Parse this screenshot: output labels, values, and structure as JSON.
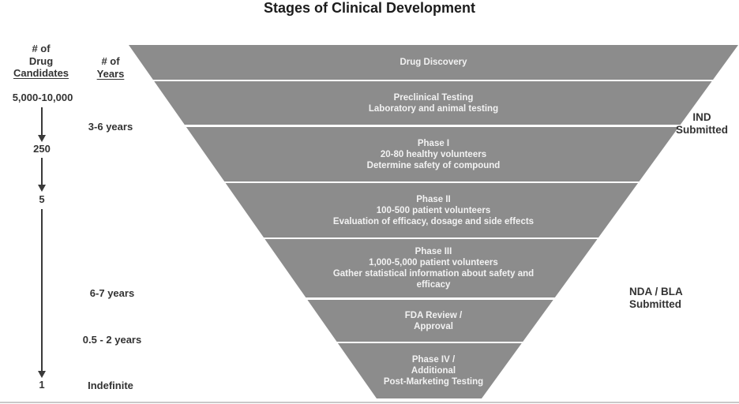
{
  "title": "Stages of Clinical Development",
  "colors": {
    "funnel_gray": "#8c8c8c",
    "band_text": "#f2f2f2",
    "label_text": "#333333",
    "title_text": "#1c1c1c",
    "bottom_rule": "#c9c9c9"
  },
  "left_panel": {
    "candidates_header": {
      "line1": "# of",
      "line2": "Drug",
      "line3": "Candidates"
    },
    "years_header": {
      "line1": "# of",
      "line2": "Years"
    },
    "candidate_counts": [
      "5,000-10,000",
      "250",
      "5",
      "1"
    ],
    "year_durations": [
      "3-6 years",
      "6-7 years",
      "0.5 - 2 years",
      "Indefinite"
    ]
  },
  "funnel": {
    "stages": [
      {
        "name": "Drug Discovery",
        "lines": [
          "Drug Discovery"
        ]
      },
      {
        "name": "Preclinical Testing",
        "lines": [
          "Preclinical Testing",
          "Laboratory and animal testing"
        ]
      },
      {
        "name": "Phase I",
        "lines": [
          "Phase I",
          "20-80 healthy volunteers",
          "Determine safety of compound"
        ]
      },
      {
        "name": "Phase II",
        "lines": [
          "Phase II",
          "100-500 patient volunteers",
          "Evaluation of efficacy, dosage and side effects"
        ]
      },
      {
        "name": "Phase III",
        "lines": [
          "Phase III",
          "1,000-5,000 patient volunteers",
          "Gather statistical information about safety and",
          "efficacy"
        ]
      },
      {
        "name": "FDA Review / Approval",
        "lines": [
          "FDA Review /",
          "Approval"
        ]
      },
      {
        "name": "Phase IV",
        "lines": [
          "Phase IV /",
          "Additional",
          "Post-Marketing Testing"
        ]
      }
    ]
  },
  "annotations": {
    "ind": {
      "line1": "IND",
      "line2": "Submitted"
    },
    "nda": {
      "line1": "NDA / BLA",
      "line2": "Submitted"
    }
  }
}
